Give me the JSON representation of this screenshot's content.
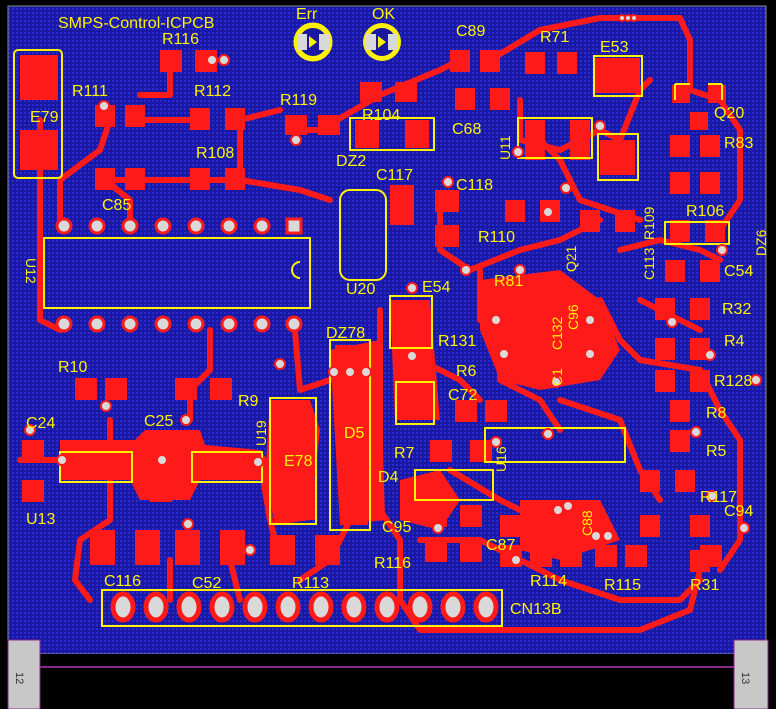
{
  "board": {
    "title": "SMPS-Control-ICPCB",
    "colors": {
      "background": "#000000",
      "copper_fill": "#1a1aa8",
      "trace": "#ff1a1a",
      "silk": "#fff200",
      "pad_ring": "#d9d9d9",
      "mount": "#c8c8c8"
    },
    "leds": [
      {
        "label": "Err"
      },
      {
        "label": "OK"
      }
    ],
    "components": [
      {
        "ref": "R116"
      },
      {
        "ref": "R111"
      },
      {
        "ref": "R112"
      },
      {
        "ref": "E79"
      },
      {
        "ref": "R108"
      },
      {
        "ref": "C85"
      },
      {
        "ref": "R119"
      },
      {
        "ref": "R104"
      },
      {
        "ref": "DZ2"
      },
      {
        "ref": "C89"
      },
      {
        "ref": "C68"
      },
      {
        "ref": "R71"
      },
      {
        "ref": "U11"
      },
      {
        "ref": "E53"
      },
      {
        "ref": "Q20"
      },
      {
        "ref": "R83"
      },
      {
        "ref": "C117"
      },
      {
        "ref": "C118"
      },
      {
        "ref": "R109"
      },
      {
        "ref": "R106"
      },
      {
        "ref": "DZ6"
      },
      {
        "ref": "U12"
      },
      {
        "ref": "R110"
      },
      {
        "ref": "C113"
      },
      {
        "ref": "C54"
      },
      {
        "ref": "U20"
      },
      {
        "ref": "E54"
      },
      {
        "ref": "R81"
      },
      {
        "ref": "Q21"
      },
      {
        "ref": "C96"
      },
      {
        "ref": "R32"
      },
      {
        "ref": "DZ78"
      },
      {
        "ref": "R131"
      },
      {
        "ref": "C132"
      },
      {
        "ref": "C1"
      },
      {
        "ref": "R4"
      },
      {
        "ref": "R6"
      },
      {
        "ref": "R128"
      },
      {
        "ref": "R10"
      },
      {
        "ref": "R9"
      },
      {
        "ref": "C72"
      },
      {
        "ref": "R8"
      },
      {
        "ref": "C24"
      },
      {
        "ref": "C25"
      },
      {
        "ref": "U19"
      },
      {
        "ref": "D5"
      },
      {
        "ref": "U16"
      },
      {
        "ref": "R5"
      },
      {
        "ref": "R7"
      },
      {
        "ref": "E78"
      },
      {
        "ref": "D4"
      },
      {
        "ref": "R117"
      },
      {
        "ref": "U13"
      },
      {
        "ref": "C88"
      },
      {
        "ref": "C94"
      },
      {
        "ref": "C95"
      },
      {
        "ref": "C87"
      },
      {
        "ref": "R116"
      },
      {
        "ref": "C116"
      },
      {
        "ref": "C52"
      },
      {
        "ref": "R113"
      },
      {
        "ref": "R114"
      },
      {
        "ref": "R115"
      },
      {
        "ref": "R31"
      },
      {
        "ref": "CN13B"
      }
    ],
    "mounts": [
      {
        "label": "12"
      },
      {
        "label": "13"
      }
    ]
  }
}
